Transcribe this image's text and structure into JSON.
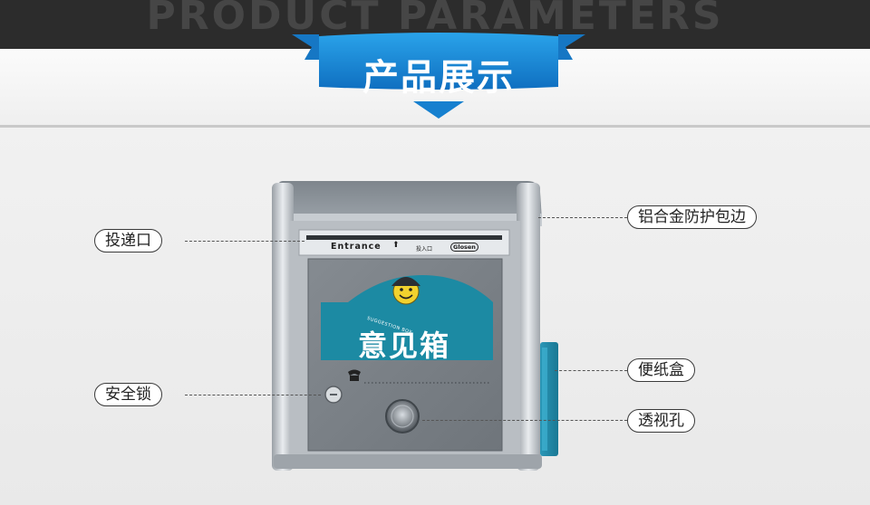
{
  "banner": {
    "background_text": "PRODUCT PARAMETERS",
    "ribbon_title": "产品展示",
    "ribbon_color": "#1f8fd8"
  },
  "product": {
    "slot_label": "Entrance",
    "slot_small_label": "投入口",
    "brand_badge": "Glosen",
    "logo_arc_text": "SUGGESTION BOX",
    "panel_title": "意见箱",
    "panel_color": "#1c8aa3",
    "body_color": "#8d9399"
  },
  "callouts": [
    {
      "id": "slot",
      "text": "投递口"
    },
    {
      "id": "lock",
      "text": "安全锁"
    },
    {
      "id": "edge",
      "text": "铝合金防护包边"
    },
    {
      "id": "note-box",
      "text": "便纸盒"
    },
    {
      "id": "window",
      "text": "透视孔"
    }
  ]
}
